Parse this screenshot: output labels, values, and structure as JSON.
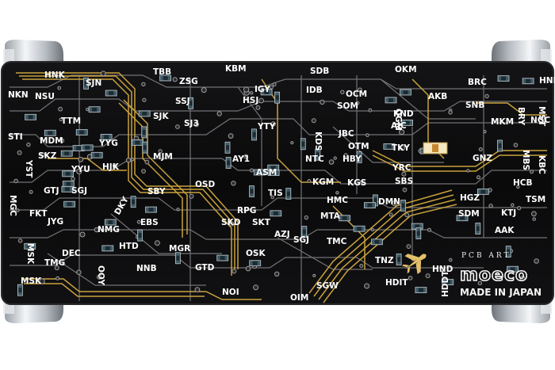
{
  "artwork": {
    "brand_subtitle": "PCB ART",
    "brand_name": "moeco",
    "made_in": "MADE IN JAPAN",
    "colors": {
      "board": "#0b0b0c",
      "trace_gold": "#c9a23c",
      "trace_grey": "#8a8a8a",
      "clip_metal": "#cfd3d8",
      "label": "#ffffff"
    },
    "station_labels": [
      "HNK",
      "TBB",
      "KBM",
      "SDB",
      "OKM",
      "SJN",
      "ZSG",
      "NKN",
      "NSU",
      "HSJ",
      "IGY",
      "IDB",
      "OCM",
      "AKB",
      "BRC",
      "HNE",
      "SJK",
      "SSJ",
      "SOM",
      "OGM",
      "SNB",
      "BRY",
      "MST",
      "TTM",
      "SJ3",
      "YTY",
      "KND",
      "AJC",
      "MKM",
      "NGC",
      "STI",
      "MDM",
      "KDS",
      "JBC",
      "MBS",
      "YYG",
      "OTM",
      "TKY",
      "KBC",
      "SKZ",
      "YST",
      "MJM",
      "AY1",
      "NTC",
      "HBY",
      "GNZ",
      "HJK",
      "YYU",
      "ASM",
      "YRC",
      "HCB",
      "GTJ",
      "SGJ",
      "SBY",
      "OSD",
      "KGM",
      "KGS",
      "SBS",
      "HGZ",
      "MGC",
      "TIS",
      "TSM",
      "DKY",
      "HMC",
      "DMN",
      "FKT",
      "RPG",
      "MTA",
      "SDM",
      "KTJ",
      "JYG",
      "EBS",
      "SKD",
      "SKT",
      "AAK",
      "NMG",
      "AZJ",
      "SGJ",
      "TMC",
      "MSK",
      "HTD",
      "MGR",
      "DEC",
      "OOY",
      "OSK",
      "TMG",
      "TNZ",
      "HND",
      "NNB",
      "GTD",
      "HDIT",
      "HDDT",
      "MSK",
      "SGW",
      "NOI",
      "OIM"
    ]
  }
}
